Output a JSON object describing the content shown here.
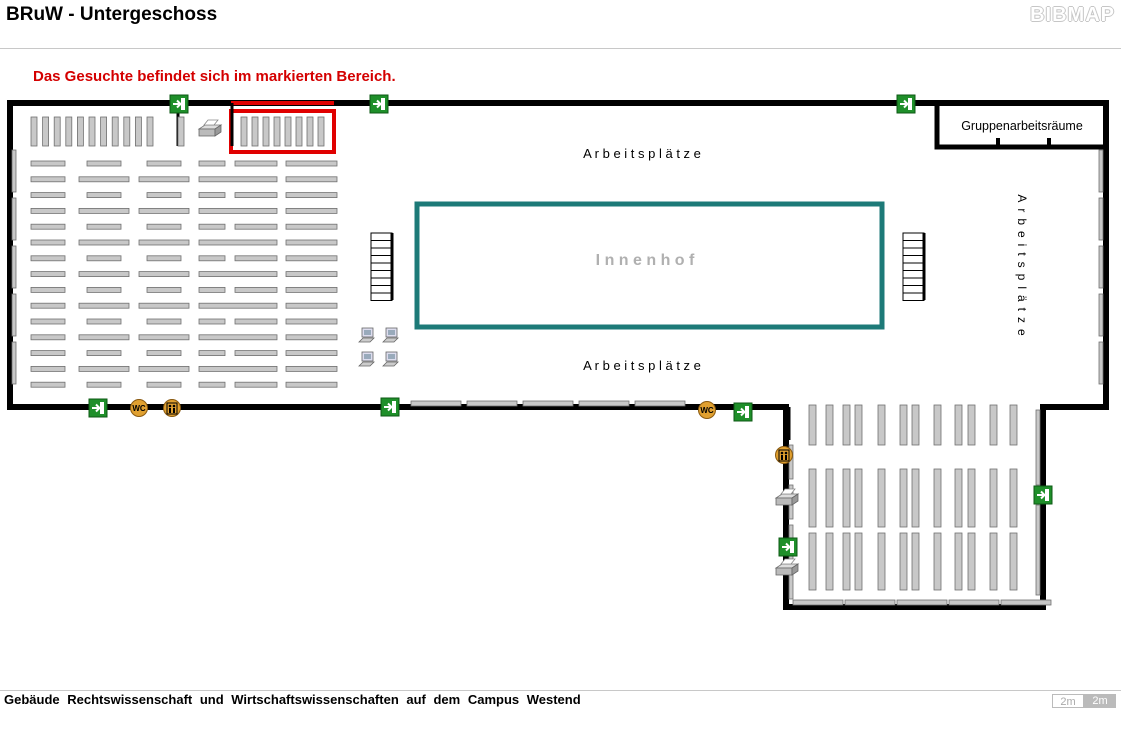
{
  "header": {
    "title": "BRuW - Untergeschoss",
    "brand": "BIBMAP"
  },
  "notice": "Das Gesuchte befindet sich im markierten Bereich.",
  "map": {
    "labels": {
      "workspace_top": "A r b e i t s p l ä t z e",
      "workspace_bottom": "A r b e i t s p l ä t z e",
      "workspace_right": "Arbeitsplätze",
      "courtyard": "I n n e n h o f",
      "group_rooms": "Gruppenarbeitsräume"
    },
    "icons": {
      "wc": "WC",
      "exit": "exit-icon",
      "elevator": "elevator-icon",
      "printer": "printer-icon",
      "computer": "computer-icon"
    },
    "colors": {
      "wall": "#000000",
      "shelf_fill": "#c8c8c8",
      "shelf_stroke": "#707070",
      "courtyard": "#1d7a78",
      "highlight": "#e00000",
      "exit": "#1f8f2a",
      "wc": "#e0a030"
    }
  },
  "footer": {
    "text": "Gebäude Rechtswissenschaft und Wirtschaftswissenschaften auf dem Campus Westend"
  },
  "scale": {
    "a": "2m",
    "b": "2m"
  }
}
